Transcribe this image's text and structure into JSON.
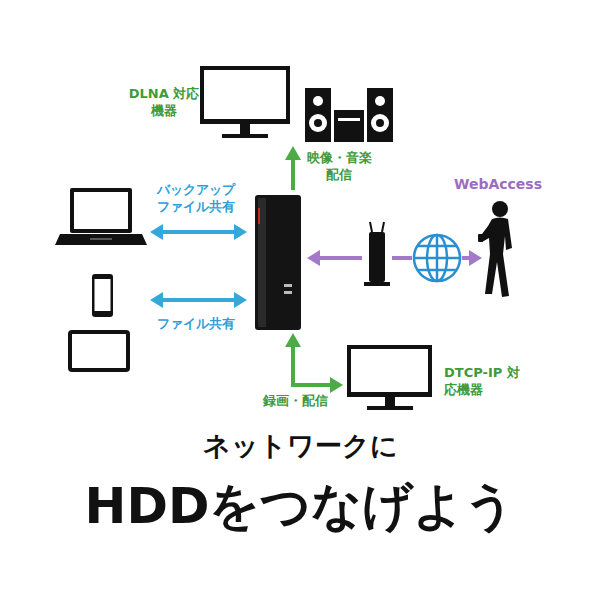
{
  "diagram": {
    "title": "ネットワークに",
    "labels": [
      "DLNA 対応機器",
      "映像・音楽 配信",
      "バックアップ ファイル共有",
      "WebAccess",
      "ファイル共有",
      "録画・配信",
      "DTCP-IP 対応機器",
      "HDDをつなげよう"
    ]
  }
}
